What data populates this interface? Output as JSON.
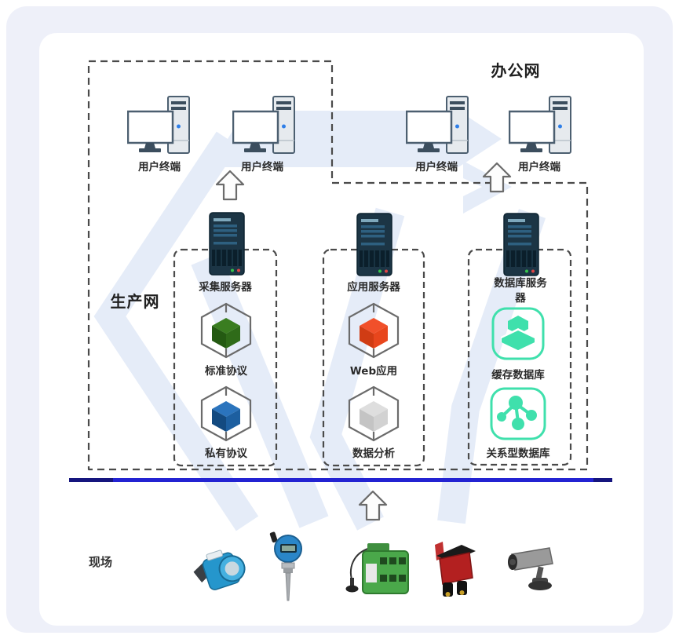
{
  "diagram": {
    "zones": {
      "office": "办公网",
      "production": "生产网",
      "field": "现场"
    },
    "terminal_label": "用户终端",
    "servers": [
      {
        "name": "采集服务器",
        "icon": "server-tower-icon"
      },
      {
        "name": "应用服务器",
        "icon": "server-tower-icon"
      },
      {
        "name": "数据库服务器",
        "icon": "server-tower-icon"
      }
    ],
    "modules": [
      {
        "name": "标准协议",
        "icon": "cube-icon",
        "color": "#2f6b19"
      },
      {
        "name": "私有协议",
        "icon": "cube-icon",
        "color": "#1d5fa0"
      },
      {
        "name": "Web应用",
        "icon": "cube-icon",
        "color": "#e8461d"
      },
      {
        "name": "数据分析",
        "icon": "cube-icon",
        "color": "#cfcfcf"
      },
      {
        "name": "缓存数据库",
        "icon": "cache-database-icon",
        "color": "#3fe0ac"
      },
      {
        "name": "关系型数据库",
        "icon": "relational-database-icon",
        "color": "#3fe0ac"
      }
    ],
    "devices": [
      {
        "icon": "pressure-transmitter-icon",
        "color": "#2596cc"
      },
      {
        "icon": "temperature-sensor-icon",
        "color": "#2a86c8"
      },
      {
        "icon": "wireless-io-module-icon",
        "color": "#4aa84a"
      },
      {
        "icon": "relay-device-icon",
        "color": "#b32020"
      },
      {
        "icon": "cctv-camera-icon",
        "color": "#9a9a9a"
      }
    ],
    "colors": {
      "boundary_dash": "#4a4a4a",
      "network_line": "#2323d2",
      "network_line_cap": "#15157e",
      "watermark": "#e5ecf8",
      "teal": "#3fe0ac"
    }
  }
}
